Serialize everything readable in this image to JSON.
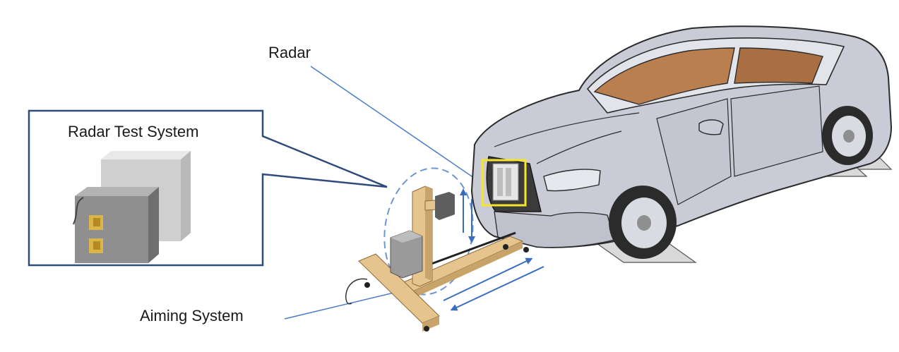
{
  "labels": {
    "radar": "Radar",
    "radar_test_system": "Radar Test System",
    "aiming_system": "Aiming System"
  },
  "colors": {
    "callout_border": "#2f4b7c",
    "leader_line": "#4a7cc7",
    "motion_arrow": "#3a6cc0",
    "highlight": "#f5e52a",
    "wood": "#e6c48e",
    "instrument_box": "#9a9a9a",
    "car_body": "#c9cbd6",
    "car_interior": "#b97f4f",
    "wheel": "#2b2b2b",
    "ramp": "#d9d9d9"
  }
}
